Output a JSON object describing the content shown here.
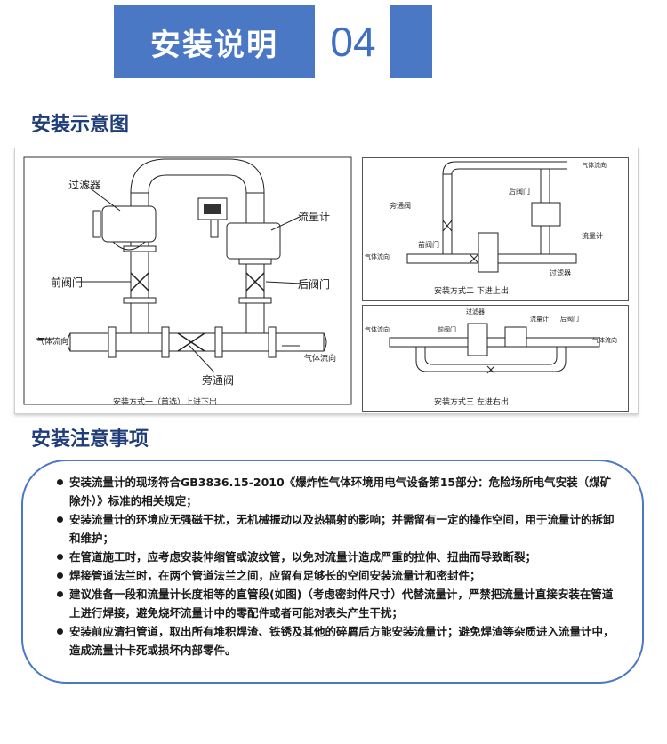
{
  "header": {
    "title": "安装说明",
    "number": "04"
  },
  "diagram_section": {
    "title": "安装示意图",
    "main": {
      "labels": {
        "filter": "过滤器",
        "flowmeter": "流量计",
        "front_valve": "前阀门",
        "rear_valve": "后阀门",
        "gas_in": "气体流向",
        "gas_out": "气体流向",
        "bypass": "旁通阀"
      },
      "caption": "安装方式一（首选）上进下出"
    },
    "panel2": {
      "labels": {
        "gas_top": "气体流向",
        "rear_valve": "后阀门",
        "bypass": "旁通阀",
        "flowmeter": "流量计",
        "front_valve": "前阀门",
        "gas_left": "气体流向",
        "filter": "过滤器"
      },
      "caption": "安装方式二    下进上出"
    },
    "panel3": {
      "labels": {
        "gas_left": "气体流向",
        "front_valve": "前阀门",
        "flowmeter": "流量计",
        "rear_valve": "后阀门",
        "gas_right": "气体流向",
        "filter": "过滤器"
      },
      "caption": "安装方式三    左进右出"
    }
  },
  "notes_section": {
    "title": "安装注意事项",
    "items": [
      "安装流量计的现场符合GB3836.15-2010《爆炸性气体环境用电气设备第15部分：危险场所电气安装（煤矿除外）》标准的相关规定；",
      "安装流量计的环境应无强磁干扰，无机械振动以及热辐射的影响；并需留有一定的操作空间，用于流量计的拆卸和维护；",
      "在管道施工时，应考虑安装伸缩管或波纹管，以免对流量计造成严重的拉伸、扭曲而导致断裂；",
      "焊接管道法兰时，在两个管道法兰之间，应留有足够长的空间安装流量计和密封件；",
      "建议准备一段和流量计长度相等的直管段(如图)（考虑密封件尺寸）代替流量计，严禁把流量计直接安装在管道上进行焊接，避免烧坏流量计中的零配件或者可能对表头产生干扰；",
      "安装前应清扫管道，取出所有堆积焊渣、铁锈及其他的碎屑后方能安装流量计；避免焊渣等杂质进入流量计中，造成流量计卡死或损坏内部零件。"
    ]
  }
}
